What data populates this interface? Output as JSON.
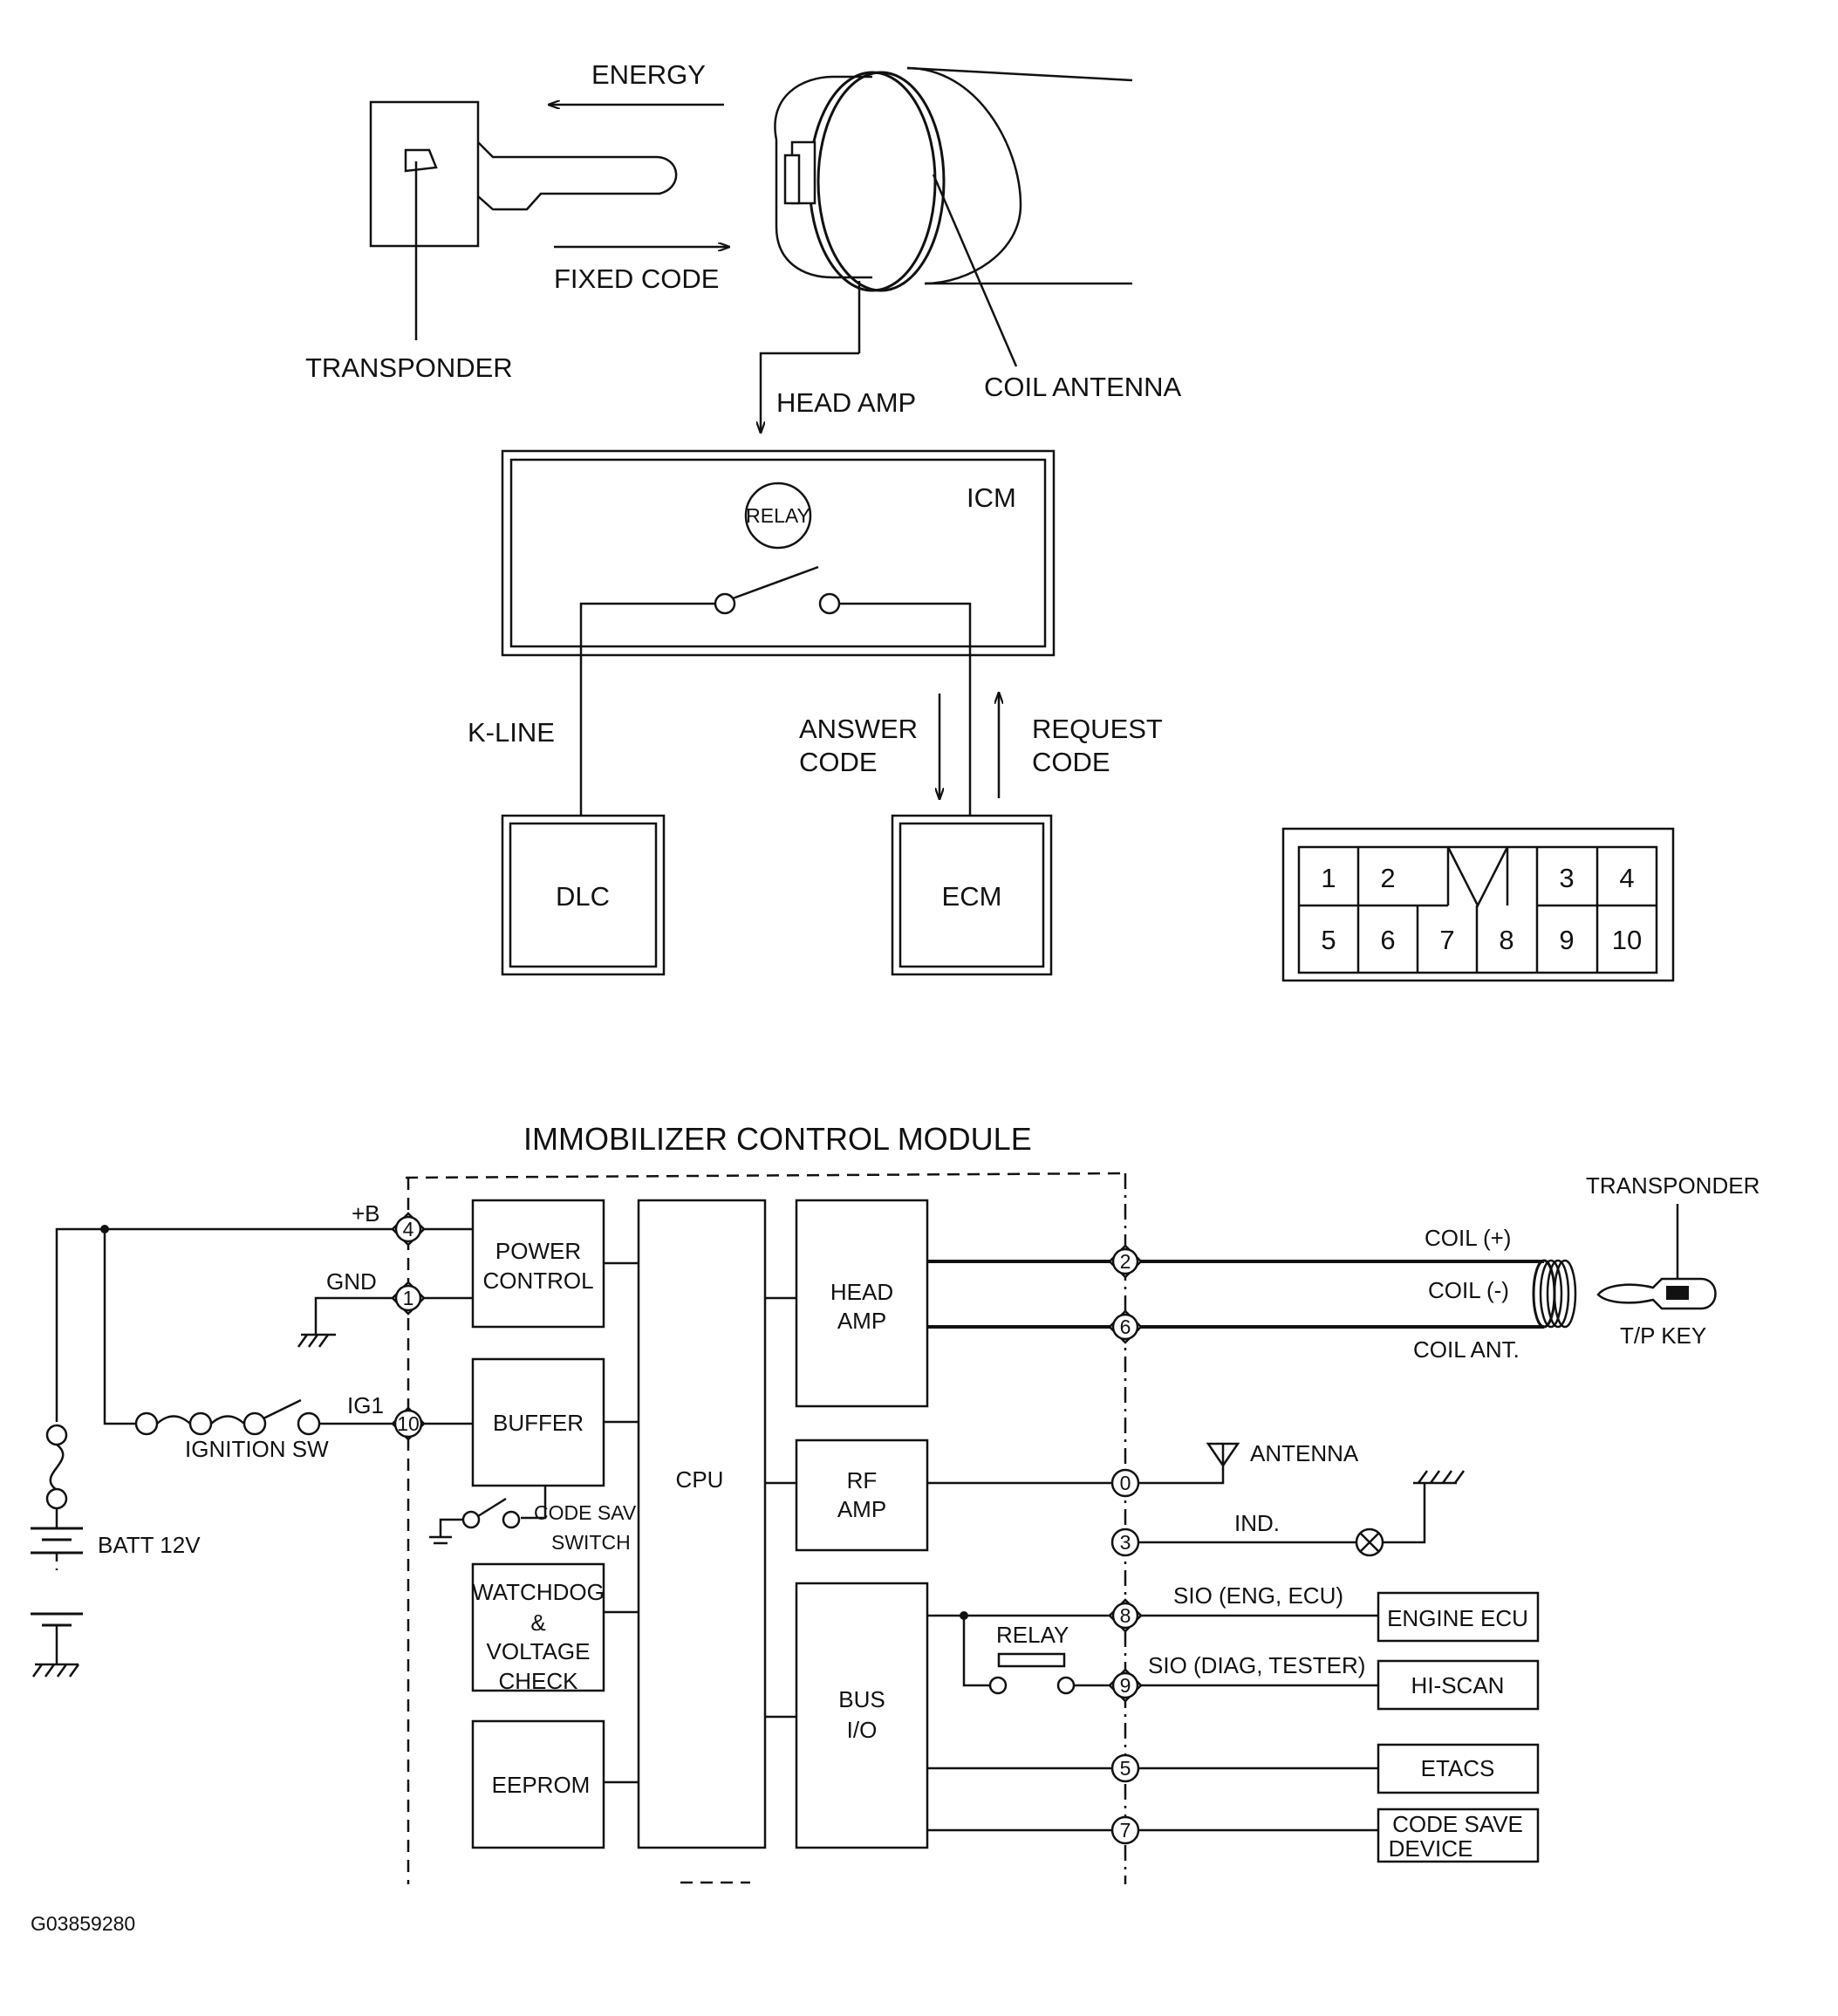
{
  "top_diagram": {
    "energy": "ENERGY",
    "fixed_code": "FIXED CODE",
    "transponder": "TRANSPONDER",
    "coil_antenna": "COIL ANTENNA",
    "head_amp": "HEAD AMP",
    "icm": "ICM",
    "relay": "RELAY",
    "k_line": "K-LINE",
    "answer_code_1": "ANSWER",
    "answer_code_2": "CODE",
    "request_code_1": "REQUEST",
    "request_code_2": "CODE",
    "dlc": "DLC",
    "ecm": "ECM"
  },
  "connector": {
    "pins_top": [
      "1",
      "2",
      "3",
      "4"
    ],
    "pins_bottom": [
      "5",
      "6",
      "7",
      "8",
      "9",
      "10"
    ]
  },
  "schematic": {
    "title": "IMMOBILIZER CONTROL MODULE",
    "plus_b": "+B",
    "gnd": "GND",
    "ig1": "IG1",
    "ignition_sw": "IGNITION SW",
    "batt": "BATT 12V",
    "power_control_1": "POWER",
    "power_control_2": "CONTROL",
    "buffer": "BUFFER",
    "code_save_switch_1": "CODE SAVE",
    "code_save_switch_2": "SWITCH",
    "watchdog_1": "WATCHDOG",
    "watchdog_2": "&",
    "watchdog_3": "VOLTAGE",
    "watchdog_4": "CHECK",
    "eeprom": "EEPROM",
    "cpu": "CPU",
    "head_amp_1": "HEAD",
    "head_amp_2": "AMP",
    "rf_amp_1": "RF",
    "rf_amp_2": "AMP",
    "bus_io_1": "BUS",
    "bus_io_2": "I/O",
    "relay": "RELAY",
    "pins": {
      "p4": "4",
      "p1": "1",
      "p10": "10",
      "p2": "2",
      "p6": "6",
      "p0": "0",
      "p3": "3",
      "p8": "8",
      "p9": "9",
      "p5": "5",
      "p7": "7"
    },
    "coil_plus": "COIL (+)",
    "coil_minus": "COIL (-)",
    "coil_ant": "COIL ANT.",
    "transponder": "TRANSPONDER",
    "tp_key": "T/P KEY",
    "antenna": "ANTENNA",
    "ind": "IND.",
    "sio_eng": "SIO (ENG, ECU)",
    "sio_diag": "SIO (DIAG, TESTER)",
    "engine_ecu": "ENGINE ECU",
    "hi_scan": "HI-SCAN",
    "etacs": "ETACS",
    "code_save_device_1": "CODE SAVE",
    "code_save_device_2": "DEVICE"
  },
  "figure_id": "G03859280"
}
